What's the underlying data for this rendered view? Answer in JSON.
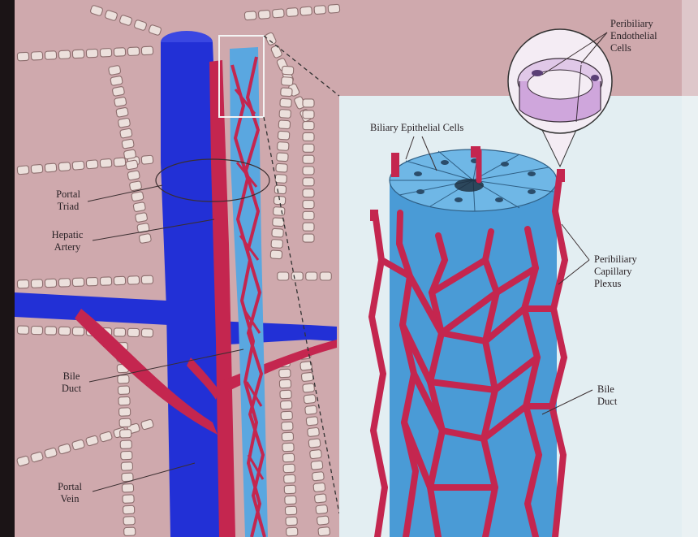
{
  "labels": {
    "portal_triad": "Portal\nTriad",
    "hepatic_artery": "Hepatic\nArtery",
    "bile_duct_left": "Bile\nDuct",
    "portal_vein": "Portal\nVein",
    "biliary_epithelial_cells": "Biliary Epithelial Cells",
    "peribiliary_endothelial_cells": "Peribiliary\nEndothelial\nCells",
    "peribiliary_capillary_plexus": "Peribiliary\nCapillary\nPlexus",
    "bile_duct_right": "Bile\nDuct"
  },
  "colors": {
    "tissue": "#c9a3a8",
    "hepatocyte": "#e8dbd8",
    "portal_vein": "#2230d6",
    "artery": "#c4264f",
    "duct": "#4a9bd6",
    "inset_bg": "#e3eef2"
  }
}
